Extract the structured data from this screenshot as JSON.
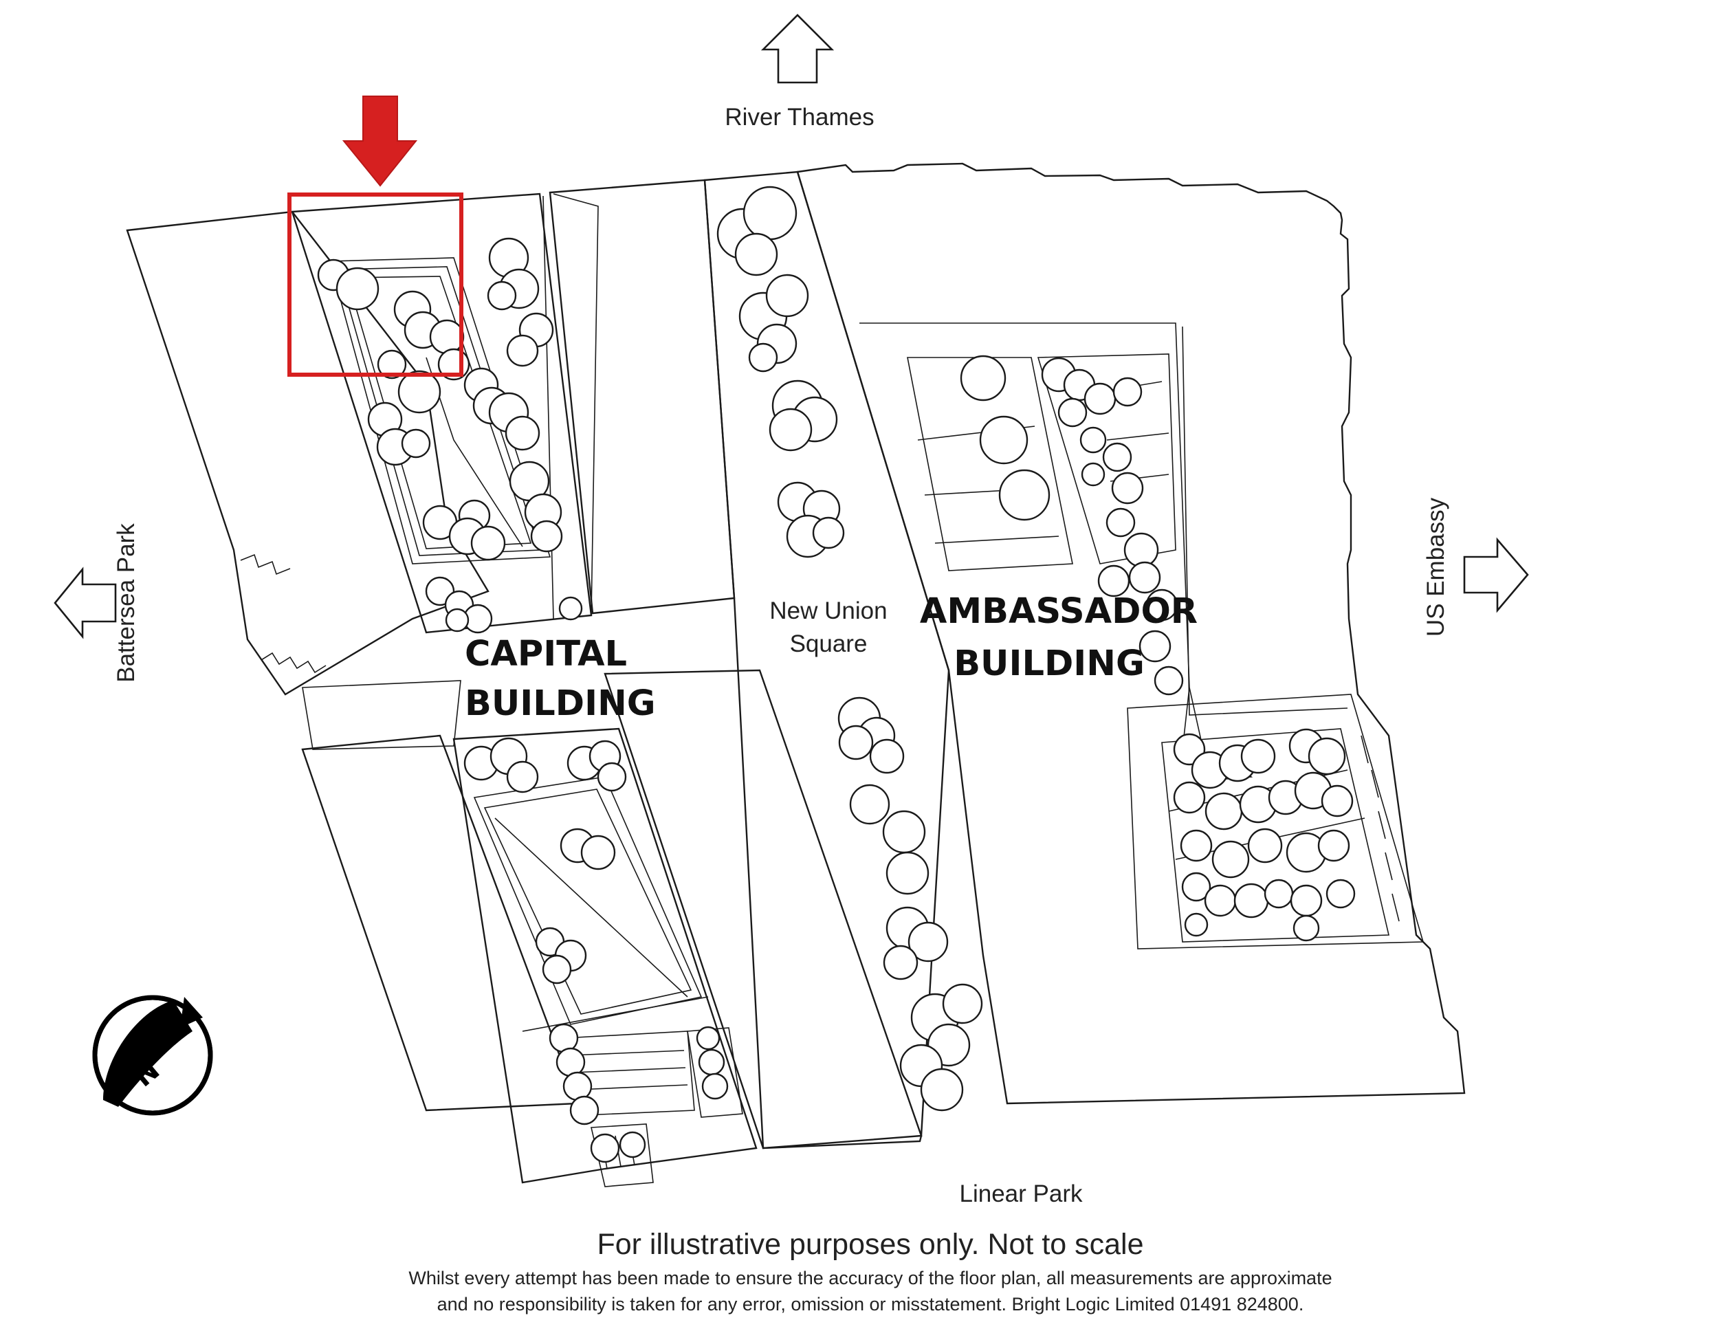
{
  "labels": {
    "north_edge": "River Thames",
    "east_edge": "US Embassy",
    "west_edge": "Battersea Park",
    "south_edge": "Linear Park",
    "square": [
      "New Union",
      "Square"
    ]
  },
  "buildings": {
    "capital": [
      "CAPITAL",
      "BUILDING"
    ],
    "ambassador": [
      "AMBASSADOR",
      "BUILDING"
    ]
  },
  "compass_letter": "N",
  "disclaimer": {
    "main": "For illustrative purposes only. Not to scale",
    "line1": "Whilst every attempt has been made to ensure the accuracy of the floor plan, all measurements are approximate",
    "line2": "and no responsibility is taken for any error, omission or misstatement. Bright Logic Limited 01491 824800."
  },
  "colors": {
    "highlight": "#d62020",
    "linework": "#1a1a1a",
    "background": "#ffffff"
  },
  "icons": [
    "north-arrow-icon",
    "east-arrow-icon",
    "west-arrow-icon",
    "compass-icon",
    "location-marker-icon"
  ]
}
